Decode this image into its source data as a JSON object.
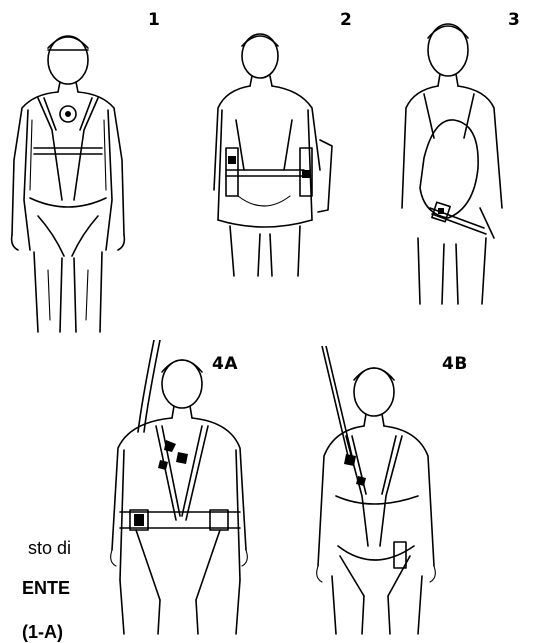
{
  "figures": [
    {
      "label": "1",
      "view": "front"
    },
    {
      "label": "2",
      "view": "back"
    },
    {
      "label": "3",
      "view": "front-donning"
    },
    {
      "label": "4A",
      "view": "back-lanyard"
    },
    {
      "label": "4B",
      "view": "front-lanyard"
    }
  ],
  "text_fragments": [
    {
      "text": "sto di",
      "bold": false
    },
    {
      "text": "ENTE",
      "bold": true
    },
    {
      "text": "(1-A)",
      "bold": true
    }
  ],
  "colors": {
    "ink": "#000000",
    "paper": "#ffffff"
  }
}
